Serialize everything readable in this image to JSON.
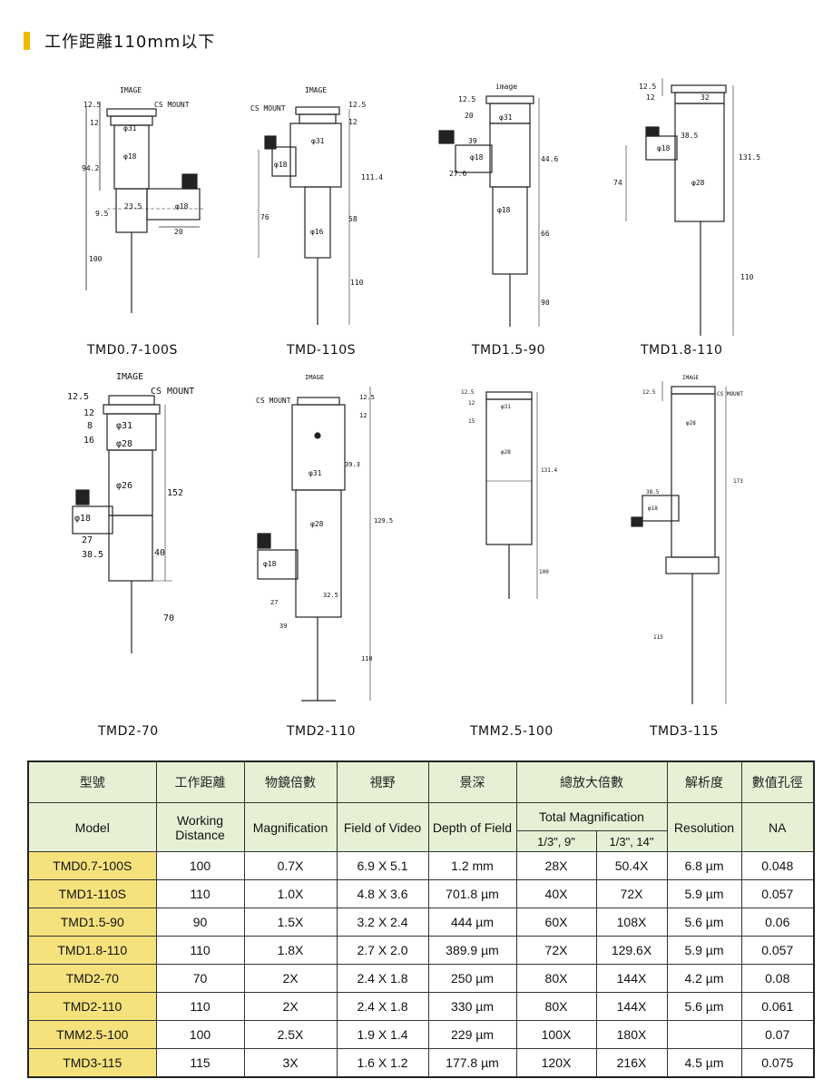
{
  "heading": {
    "title": "工作距離110mm以下"
  },
  "drawing_labels": {
    "image_caps": "IMAGE",
    "image_lower": "image",
    "cs_mount": "CS MOUNT",
    "cs_mount_caps": "CS MOUNT",
    "dia31": "φ31",
    "dia18": "φ18",
    "dia16": "φ16",
    "dia28": "φ28",
    "dia26": "φ26",
    "dia31b": "φ31",
    "dia18b": "φ18",
    "d12_5": "12.5",
    "d12": "12",
    "d94_2": "94.2",
    "d9_5": "9.5",
    "d23_5": "23.5",
    "d20": "20",
    "d100": "100",
    "d111_4": "111.4",
    "d76": "76",
    "d58": "58",
    "d110": "110",
    "d39": "39",
    "d27_6": "27.6",
    "d44_6": "44.6",
    "d66": "66",
    "d90": "90",
    "d32": "32",
    "d38_5": "38.5",
    "d131_5": "131.5",
    "d74": "74",
    "d8": "8",
    "d16": "16",
    "d152": "152",
    "d27": "27",
    "d40": "40",
    "d70": "70",
    "d39_3": "39.3",
    "d129_5": "129.5",
    "d32_5": "32.5",
    "d15": "15",
    "d131_4": "131.4",
    "d173": "173",
    "d115": "115"
  },
  "models": {
    "row1": [
      "TMD0.7-100S",
      "TMD-110S",
      "TMD1.5-90",
      "TMD1.8-110"
    ],
    "row2": [
      "TMD2-70",
      "TMD2-110",
      "TMM2.5-100",
      "TMD3-115"
    ]
  },
  "table": {
    "header_zh": [
      "型號",
      "工作距離",
      "物鏡倍數",
      "視野",
      "景深",
      "總放大倍數",
      "解析度",
      "數值孔徑"
    ],
    "header_en": {
      "model": "Model",
      "working_distance": "Working Distance",
      "magnification": "Magnification",
      "field_of_video": "Field of Video",
      "depth_of_field": "Depth of Field",
      "total_magnification": "Total Magnification",
      "sub_a": "1/3\", 9\"",
      "sub_b": "1/3\", 14\"",
      "resolution": "Resolution",
      "na": "NA"
    },
    "rows": [
      [
        "TMD0.7-100S",
        "100",
        "0.7X",
        "6.9 X 5.1",
        "1.2 mm",
        "28X",
        "50.4X",
        "6.8 µm",
        "0.048"
      ],
      [
        "TMD1-110S",
        "110",
        "1.0X",
        "4.8 X 3.6",
        "701.8 µm",
        "40X",
        "72X",
        "5.9 µm",
        "0.057"
      ],
      [
        "TMD1.5-90",
        "90",
        "1.5X",
        "3.2 X 2.4",
        "444 µm",
        "60X",
        "108X",
        "5.6 µm",
        "0.06"
      ],
      [
        "TMD1.8-110",
        "110",
        "1.8X",
        "2.7 X 2.0",
        "389.9 µm",
        "72X",
        "129.6X",
        "5.9 µm",
        "0.057"
      ],
      [
        "TMD2-70",
        "70",
        "2X",
        "2.4 X 1.8",
        "250 µm",
        "80X",
        "144X",
        "4.2 µm",
        "0.08"
      ],
      [
        "TMD2-110",
        "110",
        "2X",
        "2.4 X 1.8",
        "330 µm",
        "80X",
        "144X",
        "5.6 µm",
        "0.061"
      ],
      [
        "TMM2.5-100",
        "100",
        "2.5X",
        "1.9 X 1.4",
        "229 µm",
        "100X",
        "180X",
        "",
        "0.07"
      ],
      [
        "TMD3-115",
        "115",
        "3X",
        "1.6 X 1.2",
        "177.8 µm",
        "120X",
        "216X",
        "4.5 µm",
        "0.075"
      ]
    ]
  },
  "colors": {
    "accent_bar": "#f2b705",
    "header_bg": "#e6f0d4",
    "model_bg": "#f6e27d"
  }
}
